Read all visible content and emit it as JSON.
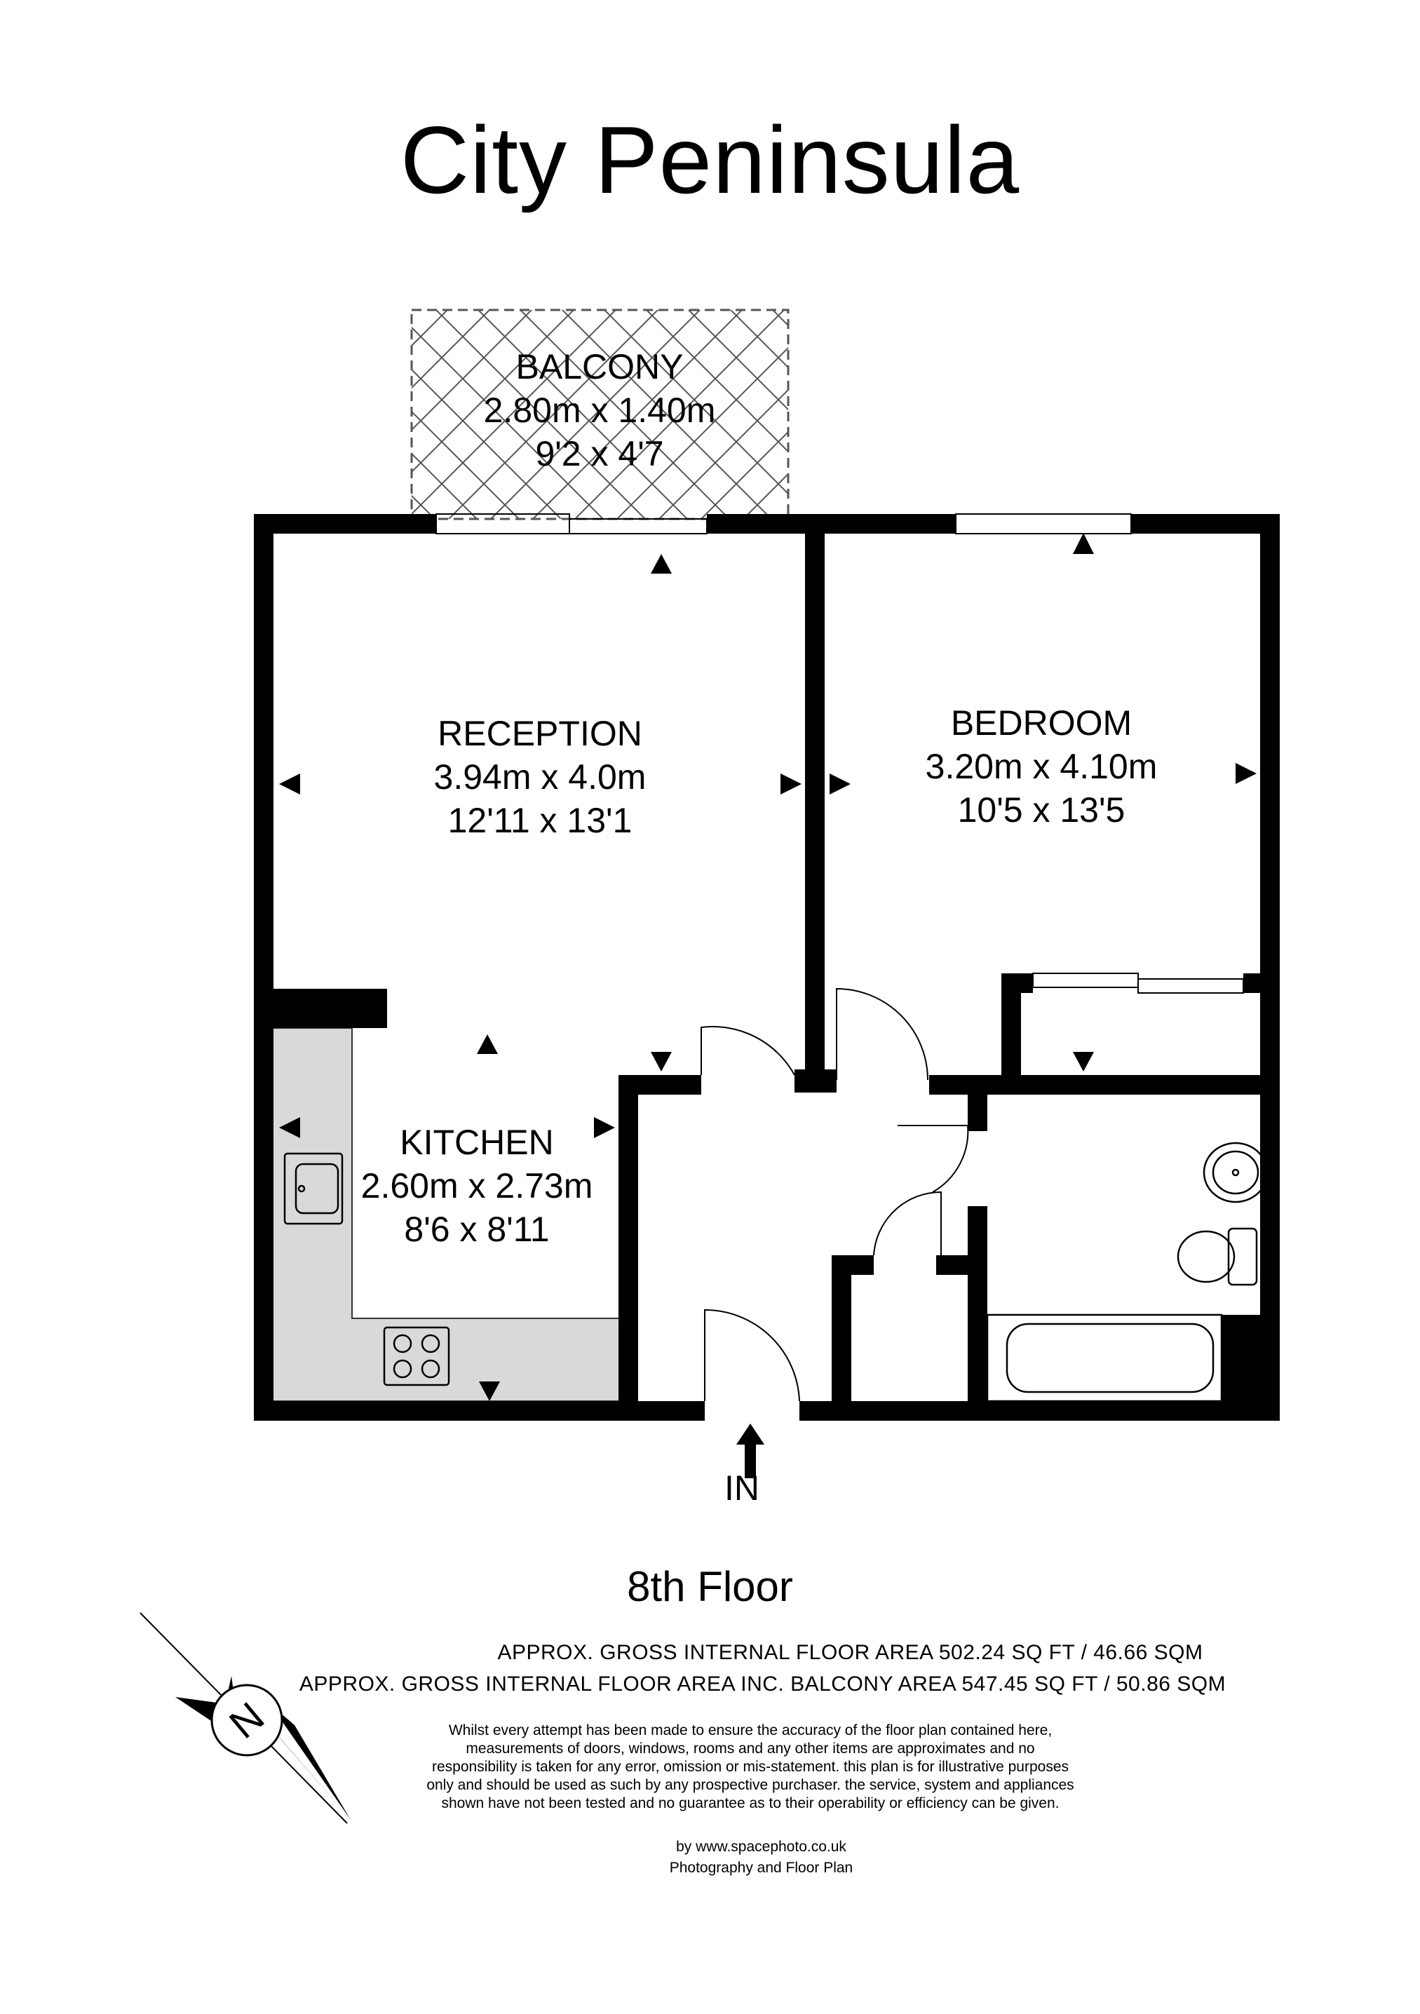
{
  "title": "City Peninsula",
  "rooms": {
    "balcony": {
      "name": "BALCONY",
      "metric": "2.80m x 1.40m",
      "imperial": "9'2 x 4'7"
    },
    "reception": {
      "name": "RECEPTION",
      "metric": "3.94m x 4.0m",
      "imperial": "12'11 x 13'1"
    },
    "bedroom": {
      "name": "BEDROOM",
      "metric": "3.20m x 4.10m",
      "imperial": "10'5 x 13'5"
    },
    "kitchen": {
      "name": "KITCHEN",
      "metric": "2.60m x 2.73m",
      "imperial": "8'6 x 8'11"
    }
  },
  "entrance": {
    "label": "IN"
  },
  "floor": "8th Floor",
  "areas": {
    "gross": "APPROX. GROSS INTERNAL FLOOR AREA 502.24 SQ FT / 46.66  SQM",
    "gross_inc_balcony": "APPROX. GROSS INTERNAL FLOOR AREA INC. BALCONY AREA 547.45 SQ FT /  50.86 SQM"
  },
  "disclaimer": [
    "Whilst every attempt has been made to ensure the accuracy of the floor plan contained here,",
    "measurements of doors, windows, rooms and any other items are approximates and no",
    "responsibility is taken for any error, omission or mis-statement. this plan is for illustrative purposes",
    "only and should be used as such by any prospective purchaser. the service, system and appliances",
    "shown have not been tested and no guarantee as to their operability or efficiency can be given."
  ],
  "credit": {
    "line1": "by www.spacephoto.co.uk",
    "line2": "Photography and Floor Plan"
  },
  "compass": {
    "letter": "N"
  },
  "colors": {
    "wall": "#000000",
    "kitchen_counter": "#d9d9d9",
    "background": "#ffffff"
  }
}
